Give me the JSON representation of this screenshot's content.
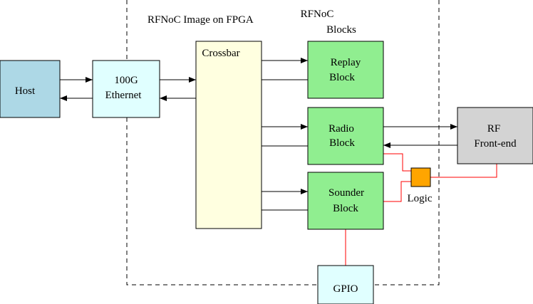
{
  "title": "RFNoC Image on FPGA",
  "blocks_heading": [
    "RFNoC",
    "Blocks"
  ],
  "nodes": {
    "host": {
      "lines": [
        "Host"
      ],
      "fill": "#add8e6"
    },
    "ethernet": {
      "lines": [
        "100G",
        "Ethernet"
      ],
      "fill": "#e0ffff"
    },
    "crossbar": {
      "lines": [
        "Crossbar"
      ],
      "fill": "#ffffe0"
    },
    "replay": {
      "lines": [
        "Replay",
        "Block"
      ],
      "fill": "#90ee90"
    },
    "radio": {
      "lines": [
        "Radio",
        "Block"
      ],
      "fill": "#90ee90"
    },
    "sounder": {
      "lines": [
        "Sounder",
        "Block"
      ],
      "fill": "#90ee90"
    },
    "rf_frontend": {
      "lines": [
        "RF",
        "Front-end"
      ],
      "fill": "#d3d3d3"
    },
    "logic": {
      "lines": [
        "Logic"
      ],
      "fill": "#ffa500"
    },
    "gpio": {
      "lines": [
        "GPIO"
      ],
      "fill": "#e0ffff"
    }
  },
  "colors": {
    "data_line": "#000000",
    "control_line": "#ff0000",
    "boundary": "#000000"
  }
}
